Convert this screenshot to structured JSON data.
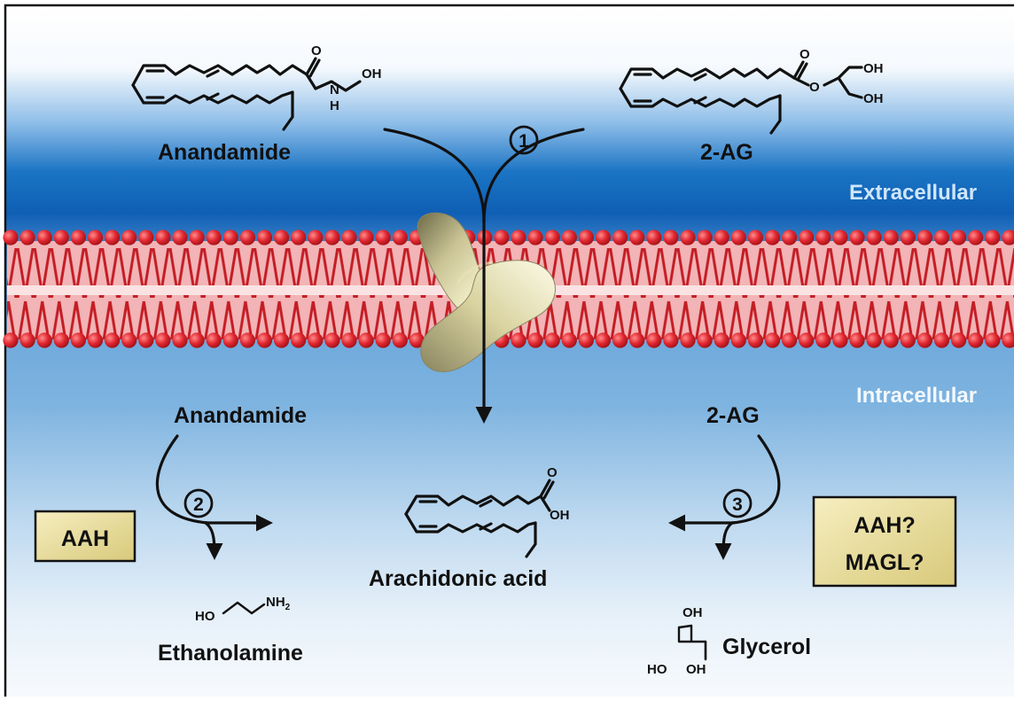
{
  "labels": {
    "extracellular": "Extracellular",
    "intracellular": "Intracellular",
    "anandamide_top": "Anandamide",
    "two_ag_top": "2-AG",
    "anandamide_bottom": "Anandamide",
    "two_ag_bottom": "2-AG",
    "arachidonic_acid": "Arachidonic acid",
    "ethanolamine": "Ethanolamine",
    "glycerol": "Glycerol"
  },
  "steps": [
    "1",
    "2",
    "3"
  ],
  "enzymes": {
    "left": [
      "AAH"
    ],
    "right": [
      "AAH?",
      "MAGL?"
    ]
  },
  "atoms": {
    "anandamide": {
      "o": "O",
      "n": "N",
      "h": "H",
      "oh": "OH"
    },
    "two_ag": {
      "o": "O",
      "o_ester": "O",
      "oh1": "OH",
      "oh2": "OH"
    },
    "arachidonic": {
      "o": "O",
      "oh": "OH"
    },
    "ethanolamine": {
      "ho": "HO",
      "nh2": "NH",
      "sub2": "2"
    },
    "glycerol": {
      "oh_top": "OH",
      "ho": "HO",
      "oh": "OH"
    }
  },
  "colors": {
    "membrane_head": "#e0262f",
    "extracellular_band": "#0f5fb4",
    "enzyme_box": "#e8dc98",
    "transporter": "#d9d3a0"
  }
}
